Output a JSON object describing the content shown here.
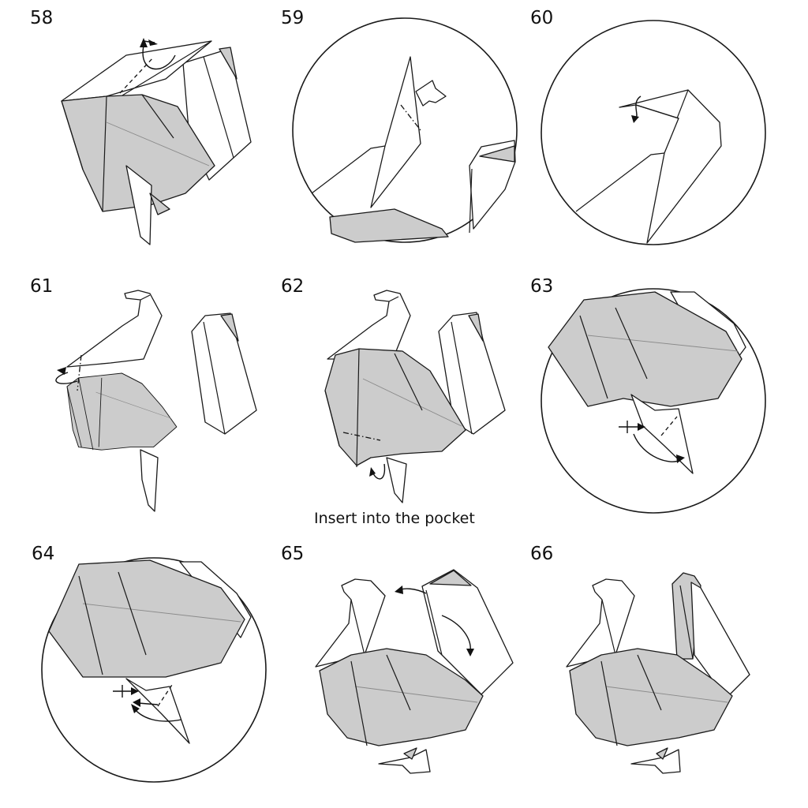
{
  "steps": [
    {
      "number": "58"
    },
    {
      "number": "59"
    },
    {
      "number": "60"
    },
    {
      "number": "61"
    },
    {
      "number": "62"
    },
    {
      "number": "63"
    },
    {
      "number": "64"
    },
    {
      "number": "65"
    },
    {
      "number": "66"
    }
  ],
  "caption": "Insert into the pocket",
  "colors": {
    "paper_colored_side": "#cccccc",
    "paper_white_side": "#ffffff",
    "lines": "#1a1a1a"
  }
}
